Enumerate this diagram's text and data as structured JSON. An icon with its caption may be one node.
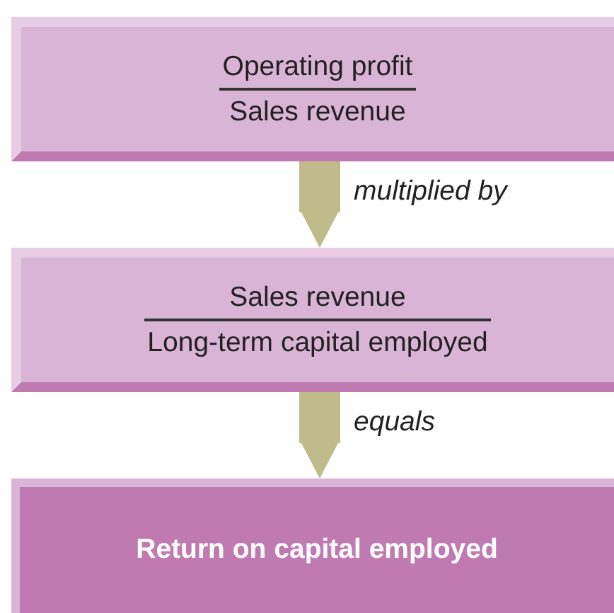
{
  "diagram": {
    "nodes": [
      {
        "text": [
          "Operating profit",
          "Sales revenue"
        ]
      },
      {
        "text": [
          "Sales revenue",
          "Long-term capital employed"
        ]
      },
      {
        "text": [
          "Return on capital employed"
        ]
      }
    ],
    "edges": [
      {
        "from": 0,
        "to": 1,
        "arrow": "to",
        "label": "multiplied by"
      },
      {
        "from": 1,
        "to": 2,
        "arrow": "to",
        "label": "equals"
      }
    ]
  }
}
